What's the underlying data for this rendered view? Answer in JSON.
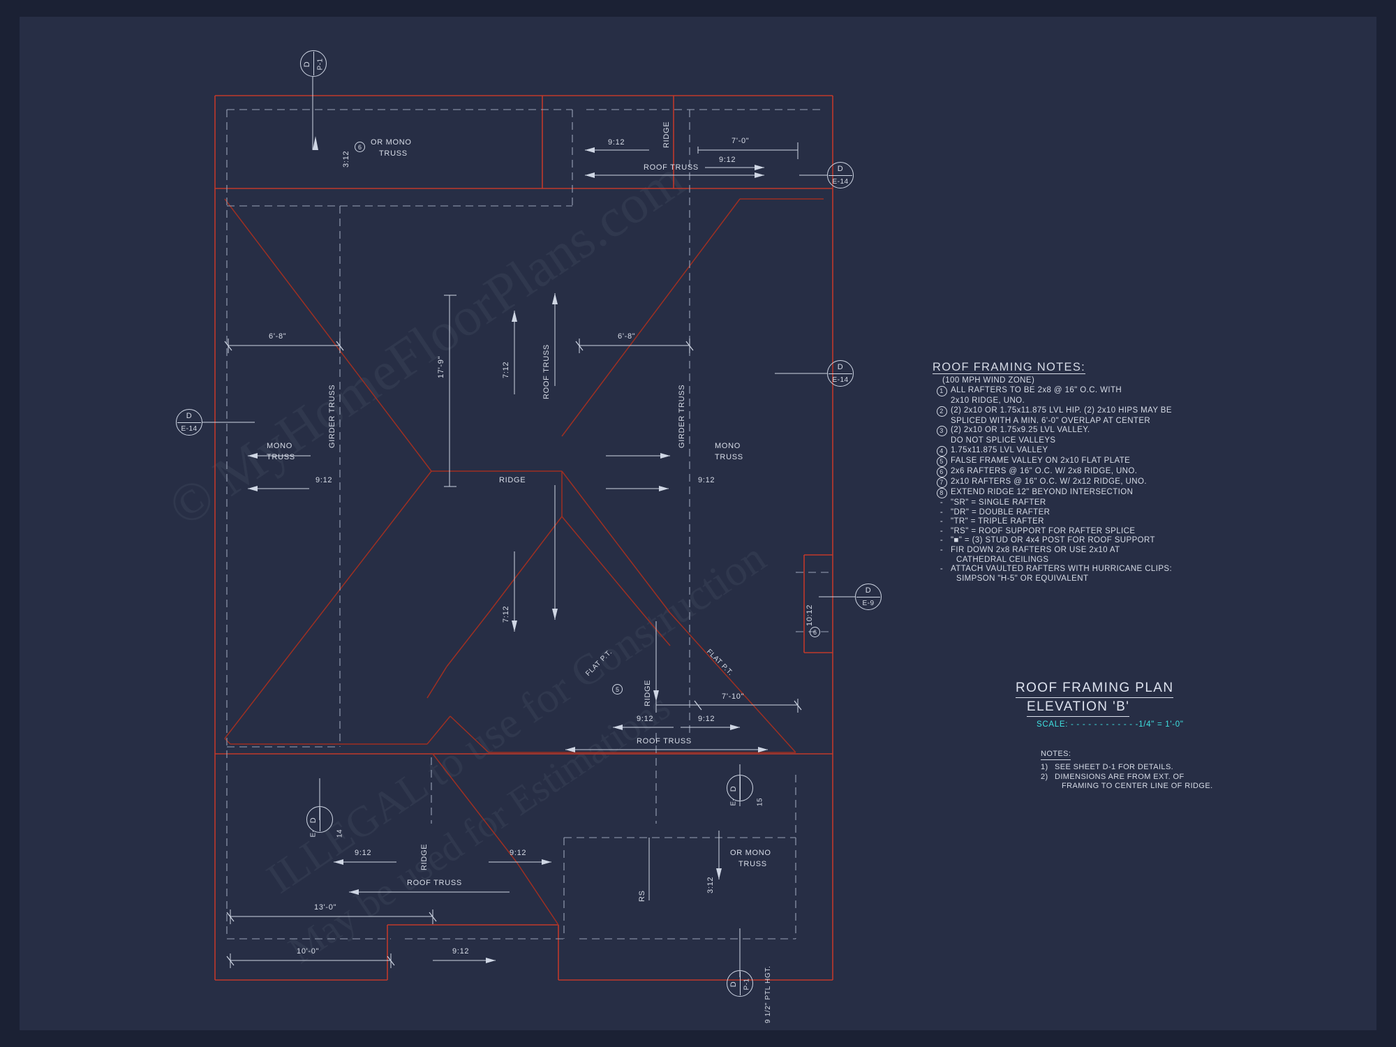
{
  "sheet": {
    "watermark_lines": [
      "© MyHomeFloorPlans.com",
      "ILLEGAL to use for Construction",
      "May be used for Estimations"
    ]
  },
  "plan_labels": {
    "top_mono_truss": {
      "slope": "3:12",
      "note_num": "6",
      "line1": "OR MONO",
      "line2": "TRUSS"
    },
    "top_right": {
      "slope_left": "9:12",
      "ridge": "RIDGE",
      "slope_right": "9:12",
      "dim": "7'-0\"",
      "truss": "ROOF TRUSS"
    },
    "left_dim": "6'-8\"",
    "right_dim": "6'-8\"",
    "center_dim": "17'-9\"",
    "left_mono": {
      "line1": "MONO",
      "line2": "TRUSS",
      "slope": "9:12"
    },
    "right_mono": {
      "line1": "MONO",
      "line2": "TRUSS",
      "slope": "9:12"
    },
    "girder_truss_left": "GIRDER TRUSS",
    "girder_truss_right": "GIRDER TRUSS",
    "roof_truss_center": "ROOF TRUSS",
    "ridge_center": "RIDGE",
    "slope_upper_center": "7:12",
    "slope_lower_center": "7:12",
    "flat_pt_left": "FLAT P.T.",
    "flat_pt_right": "FLAT P.T.",
    "flat_pt_num_left": "5",
    "ridge_lower": "RIDGE",
    "lower_dim": "7'-10\"",
    "lower_slope_left": "9:12",
    "lower_slope_right": "9:12",
    "lower_roof_truss": "ROOF TRUSS",
    "right_box_slope": "10:12",
    "right_box_num": "6",
    "bottom_ridge": "RIDGE",
    "bottom_slope_left": "9:12",
    "bottom_slope_right": "9:12",
    "bottom_roof_truss": "ROOF TRUSS",
    "bottom_dim_1": "13'-0\"",
    "bottom_dim_2": "10'-0\"",
    "bottom_slope_3": "9:12",
    "bottom_mono": {
      "slope": "3:12",
      "line1": "OR MONO",
      "line2": "TRUSS"
    },
    "rs_label": "RS",
    "bottom_plate_height": "9 1/2\" PTL HGT."
  },
  "bubbles": [
    {
      "name": "top-left",
      "top": "D",
      "bottom": "P-1",
      "orientation": "vertical"
    },
    {
      "name": "top-right",
      "top": "D",
      "bottom": "E-14",
      "orientation": "horizontal"
    },
    {
      "name": "right-upper",
      "top": "D",
      "bottom": "E-14",
      "orientation": "horizontal"
    },
    {
      "name": "left-mid",
      "top": "D",
      "bottom": "E-14",
      "orientation": "horizontal"
    },
    {
      "name": "right-lower",
      "top": "D",
      "bottom": "E-9",
      "orientation": "horizontal"
    },
    {
      "name": "bottom-left",
      "top": "D",
      "bottom": "E-14",
      "orientation": "vertical"
    },
    {
      "name": "bottom-right-side",
      "top": "D",
      "bottom": "E-15",
      "orientation": "vertical"
    },
    {
      "name": "bottom-center",
      "top": "D",
      "bottom": "P-1",
      "orientation": "vertical"
    }
  ],
  "notes": {
    "title": "ROOF FRAMING NOTES:",
    "subtitle": "(100 MPH WIND ZONE)",
    "numbered": [
      {
        "num": "1",
        "lines": [
          "ALL RAFTERS TO BE 2x8 @ 16\" O.C. WITH",
          "2x10 RIDGE, UNO."
        ]
      },
      {
        "num": "2",
        "lines": [
          "(2) 2x10 OR 1.75x11.875 LVL HIP. (2) 2x10 HIPS MAY BE",
          "SPLICED WITH A MIN. 6'-0\" OVERLAP AT CENTER"
        ]
      },
      {
        "num": "3",
        "lines": [
          "(2) 2x10 OR 1.75x9.25 LVL VALLEY.",
          "DO NOT SPLICE VALLEYS"
        ]
      },
      {
        "num": "4",
        "lines": [
          "1.75x11.875 LVL VALLEY"
        ]
      },
      {
        "num": "5",
        "lines": [
          "FALSE FRAME VALLEY ON 2x10 FLAT PLATE"
        ]
      },
      {
        "num": "6",
        "lines": [
          "2x6 RAFTERS @ 16\" O.C. W/ 2x8 RIDGE, UNO."
        ]
      },
      {
        "num": "7",
        "lines": [
          "2x10 RAFTERS @ 16\" O.C. W/ 2x12 RIDGE, UNO."
        ]
      },
      {
        "num": "8",
        "lines": [
          "EXTEND RIDGE 12\" BEYOND INTERSECTION"
        ]
      }
    ],
    "dashed": [
      {
        "lines": [
          "\"SR\" = SINGLE RAFTER"
        ]
      },
      {
        "lines": [
          "\"DR\" = DOUBLE RAFTER"
        ]
      },
      {
        "lines": [
          "\"TR\" = TRIPLE RAFTER"
        ]
      },
      {
        "lines": [
          "\"RS\" = ROOF SUPPORT FOR RAFTER SPLICE"
        ]
      },
      {
        "lines": [
          "\"■\"  = (3) STUD OR 4x4 POST FOR ROOF SUPPORT"
        ]
      },
      {
        "lines": [
          "FIR DOWN 2x8 RAFTERS OR USE 2x10 AT",
          "CATHEDRAL CEILINGS"
        ]
      },
      {
        "lines": [
          "ATTACH VAULTED RAFTERS WITH HURRICANE CLIPS:",
          "SIMPSON \"H-5\" OR EQUIVALENT"
        ]
      }
    ]
  },
  "title_block": {
    "line1": "ROOF FRAMING PLAN",
    "line2": "ELEVATION 'B'",
    "scale": "SCALE: - - - - - - - - - - - -1/4\" = 1'-0\"",
    "notes_title": "NOTES:",
    "notes": [
      {
        "mark": "1)",
        "lines": [
          "SEE SHEET D-1 FOR DETAILS."
        ]
      },
      {
        "mark": "2)",
        "lines": [
          "DIMENSIONS ARE FROM EXT. OF",
          "FRAMING TO CENTER LINE OF RIDGE."
        ]
      }
    ]
  },
  "colors": {
    "background": "#272e45",
    "roof_line": "#c0392b",
    "white_line": "#cfd6e4",
    "dashed_line": "#9aa3b8",
    "accent_cyan": "#3fe0e0"
  }
}
